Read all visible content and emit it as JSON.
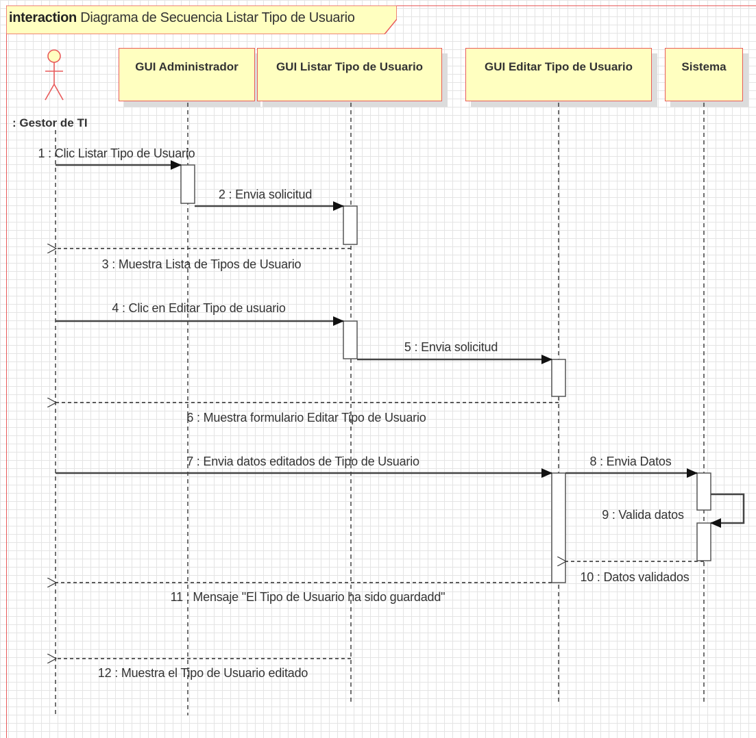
{
  "frame": {
    "keyword": "interaction",
    "title": "Diagrama de Secuencia Listar Tipo de Usuario"
  },
  "actor": {
    "name": ": Gestor de TI"
  },
  "lifelines": [
    {
      "id": "gui-administrador",
      "label": "GUI Administrador"
    },
    {
      "id": "gui-listar",
      "label": "GUI Listar Tipo de Usuario"
    },
    {
      "id": "gui-editar",
      "label": "GUI Editar Tipo de Usuario"
    },
    {
      "id": "sistema",
      "label": "Sistema"
    }
  ],
  "messages": [
    {
      "label": "1 : Clic Listar Tipo de Usuario",
      "kind": "sync"
    },
    {
      "label": "2 : Envia solicitud",
      "kind": "sync"
    },
    {
      "label": "3 : Muestra Lista de Tipos de Usuario",
      "kind": "return"
    },
    {
      "label": "4 : Clic en Editar Tipo de usuario",
      "kind": "sync"
    },
    {
      "label": "5 : Envia solicitud",
      "kind": "sync"
    },
    {
      "label": "6 : Muestra formulario Editar Tipo de Usuario",
      "kind": "return"
    },
    {
      "label": "7 : Envia datos editados de Tipo de Usuario",
      "kind": "sync"
    },
    {
      "label": "8 : Envia Datos",
      "kind": "sync"
    },
    {
      "label": "9 : Valida datos",
      "kind": "self"
    },
    {
      "label": "10 : Datos validados",
      "kind": "return"
    },
    {
      "label": "11 : Mensaje \"El Tipo de Usuario ha sido guardadd\"",
      "kind": "return"
    },
    {
      "label": "12 : Muestra el Tipo de Usuario editado",
      "kind": "return"
    }
  ],
  "colors": {
    "frame_border": "#e85a5a",
    "lifeline_fill": "#ffffc0",
    "title_tab_fill": "#ffffc0",
    "line": "#333333"
  }
}
